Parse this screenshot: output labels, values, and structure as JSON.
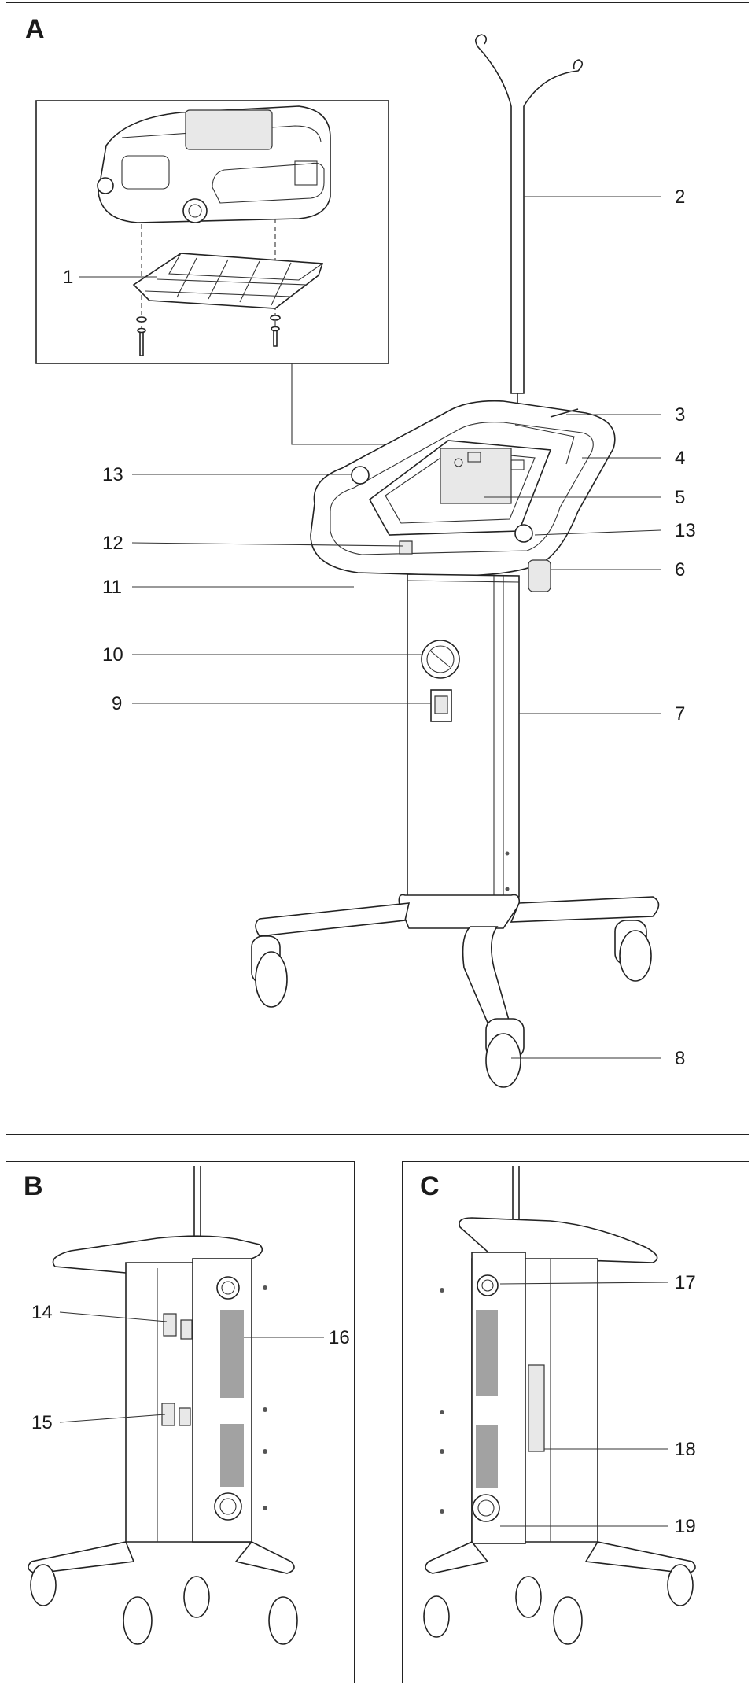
{
  "panels": [
    {
      "letter": "A"
    },
    {
      "letter": "B"
    },
    {
      "letter": "C"
    }
  ],
  "callouts": {
    "c1": "1",
    "c2": "2",
    "c3": "3",
    "c4": "4",
    "c5": "5",
    "c6": "6",
    "c7": "7",
    "c8": "8",
    "c9": "9",
    "c10": "10",
    "c11": "11",
    "c12": "12",
    "c13a": "13",
    "c13b": "13",
    "c14": "14",
    "c15": "15",
    "c16": "16",
    "c17": "17",
    "c18": "18",
    "c19": "19"
  }
}
